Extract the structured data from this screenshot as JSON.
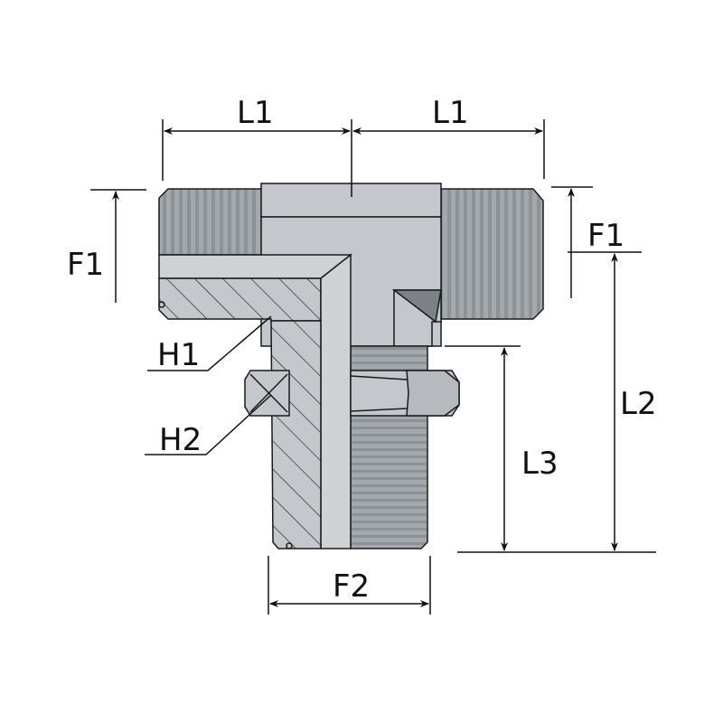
{
  "labels": {
    "l1_left": "L1",
    "l1_right": "L1",
    "f1_left": "F1",
    "f1_right": "F1",
    "h1": "H1",
    "h2": "H2",
    "l2": "L2",
    "l3": "L3",
    "f2": "F2"
  },
  "colors": {
    "body": "#c4c8cc",
    "thread": "#9ea3a8",
    "dark": "#7c8185",
    "line": "#1a1a1a"
  }
}
